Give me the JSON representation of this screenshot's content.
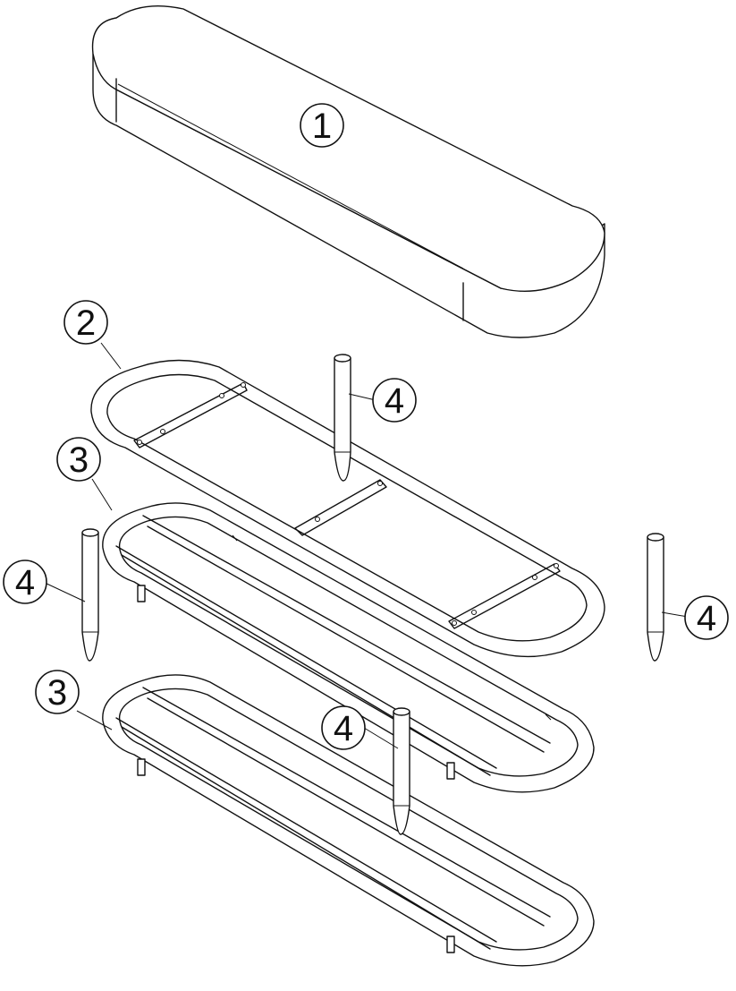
{
  "callouts": {
    "seat_top": "1",
    "seat_frame": "2",
    "shelf_frame_upper": "3",
    "shelf_frame_lower": "3",
    "leg_center": "4",
    "leg_left": "4",
    "leg_right": "4",
    "leg_lower": "4"
  },
  "colors": {
    "line": "#111111",
    "background": "#ffffff"
  }
}
